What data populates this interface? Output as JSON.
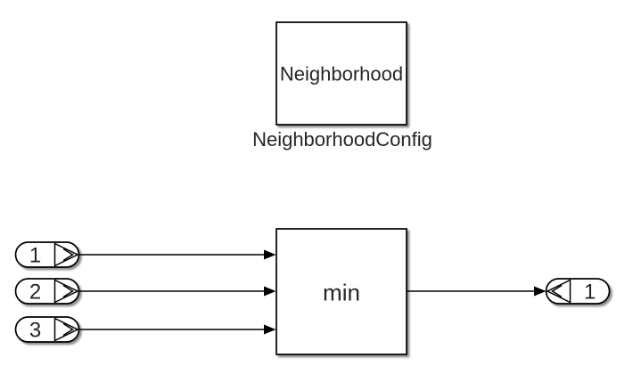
{
  "blocks": {
    "neighborhood": {
      "text": "Neighborhood",
      "label": "NeighborhoodConfig"
    },
    "min": {
      "text": "min"
    }
  },
  "ports": {
    "inport1": "1",
    "inport2": "2",
    "inport3": "3",
    "outport1": "1"
  },
  "colors": {
    "background": "#ffffff",
    "stroke": "#000000",
    "fill": "#ffffff",
    "text": "#262626",
    "shadow": "#8a8a8a"
  }
}
